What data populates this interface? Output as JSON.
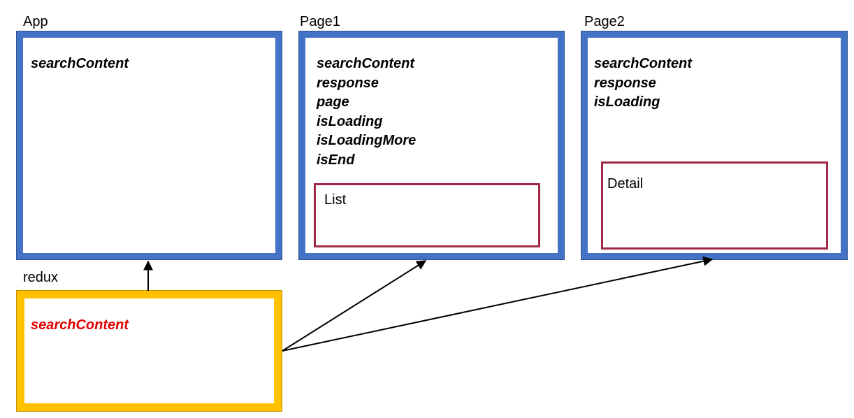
{
  "diagram": {
    "colors": {
      "component_border": "#4472c4",
      "store_border": "#ffc000",
      "child_border": "#9e2a47",
      "store_var_text": "#e00000",
      "text": "#000000"
    },
    "app": {
      "title": "App",
      "vars": [
        "searchContent"
      ]
    },
    "page1": {
      "title": "Page1",
      "vars": [
        "searchContent",
        "response",
        "page",
        "isLoading",
        "isLoadingMore",
        "isEnd"
      ],
      "child": {
        "title": "List"
      }
    },
    "page2": {
      "title": "Page2",
      "vars": [
        "searchContent",
        "response",
        "isLoading"
      ],
      "child": {
        "title": "Detail"
      }
    },
    "redux": {
      "title": "redux",
      "vars": [
        "searchContent"
      ]
    },
    "arrows": [
      {
        "from": "redux",
        "to": "App"
      },
      {
        "from": "redux",
        "to": "Page1"
      },
      {
        "from": "redux",
        "to": "Page2"
      }
    ]
  }
}
